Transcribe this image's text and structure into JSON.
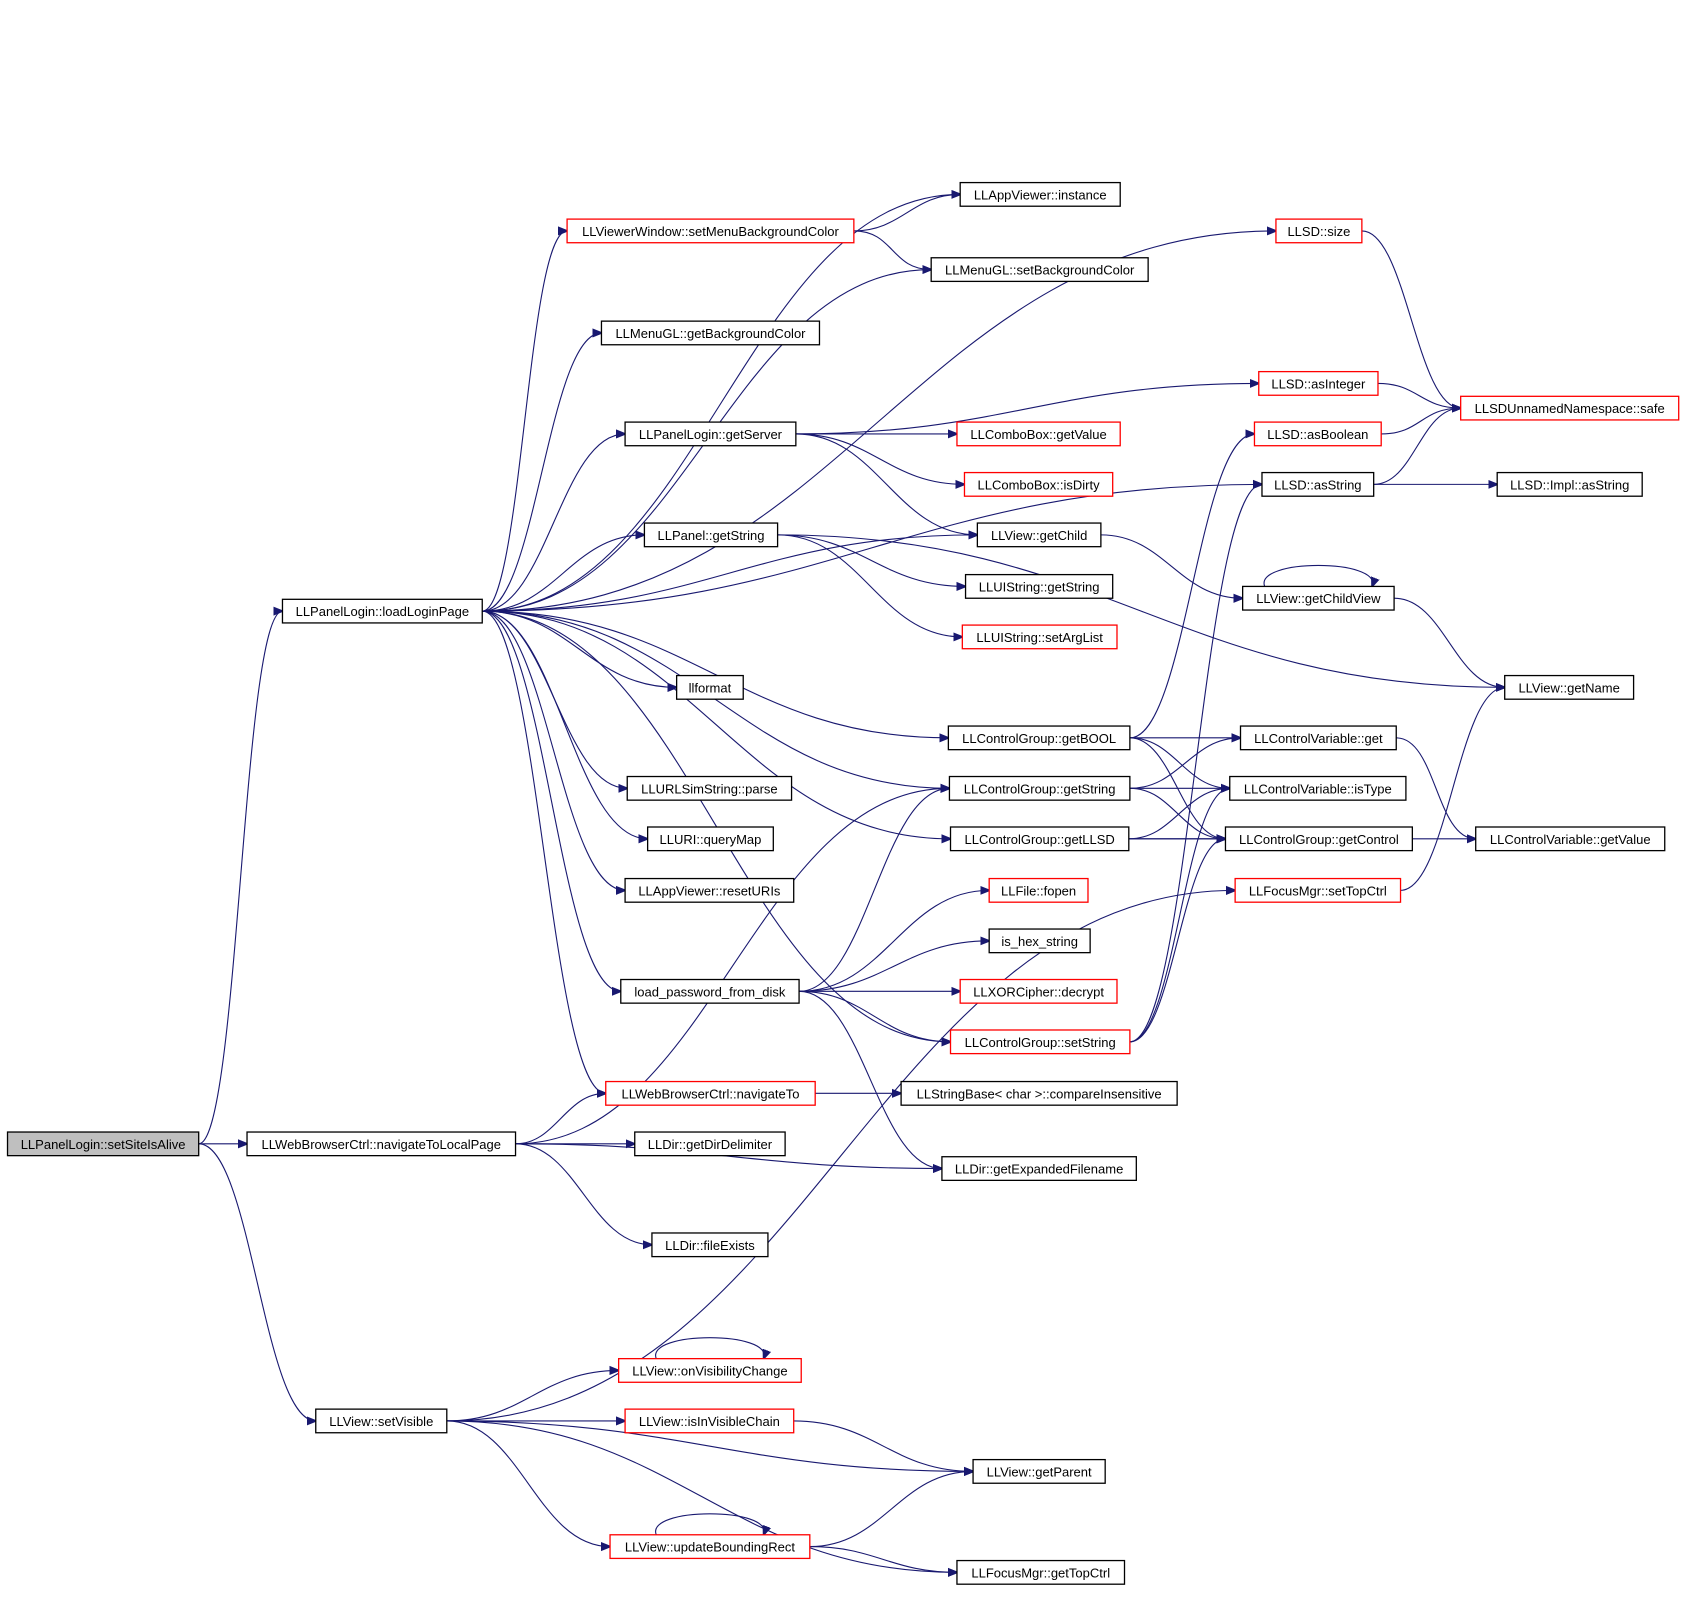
{
  "colors": {
    "edge": "#191970",
    "node_border": "#000000",
    "node_border_truncated": "#ff0000",
    "root_fill": "#bfbfbf"
  },
  "nodes": {
    "setSiteIsAlive": "LLPanelLogin::setSiteIsAlive",
    "loadLoginPage": "LLPanelLogin::loadLoginPage",
    "navigateToLocalPage": "LLWebBrowserCtrl::navigateToLocalPage",
    "setVisible": "LLView::setVisible",
    "instance": "LLAppViewer::instance",
    "setMenuBackgroundColor": "LLViewerWindow::setMenuBackgroundColor",
    "setBackgroundColor": "LLMenuGL::setBackgroundColor",
    "getBackgroundColor": "LLMenuGL::getBackgroundColor",
    "getServer": "LLPanelLogin::getServer",
    "comboGetValue": "LLComboBox::getValue",
    "comboIsDirty": "LLComboBox::isDirty",
    "getChild": "LLView::getChild",
    "panelGetString": "LLPanel::getString",
    "uiGetString": "LLUIString::getString",
    "setArgList": "LLUIString::setArgList",
    "llformat": "llformat",
    "getBOOL": "LLControlGroup::getBOOL",
    "cgGetString": "LLControlGroup::getString",
    "getLLSD": "LLControlGroup::getLLSD",
    "urlParse": "LLURLSimString::parse",
    "queryMap": "LLURI::queryMap",
    "resetURIs": "LLAppViewer::resetURIs",
    "loadPassword": "load_password_from_disk",
    "navigateTo": "LLWebBrowserCtrl::navigateTo",
    "sdSize": "LLSD::size",
    "asInteger": "LLSD::asInteger",
    "asBoolean": "LLSD::asBoolean",
    "asString": "LLSD::asString",
    "safe": "LLSDUnnamedNamespace::safe",
    "implAsString": "LLSD::Impl::asString",
    "getChildView": "LLView::getChildView",
    "getName": "LLView::getName",
    "cvGet": "LLControlVariable::get",
    "isType": "LLControlVariable::isType",
    "getControl": "LLControlGroup::getControl",
    "cvGetValue": "LLControlVariable::getValue",
    "setTopCtrl": "LLFocusMgr::setTopCtrl",
    "fopen": "LLFile::fopen",
    "isHex": "is_hex_string",
    "decrypt": "LLXORCipher::decrypt",
    "cgSetString": "LLControlGroup::setString",
    "compareInsensitive": "LLStringBase< char >::compareInsensitive",
    "getDirDelimiter": "LLDir::getDirDelimiter",
    "getExpandedFilename": "LLDir::getExpandedFilename",
    "fileExists": "LLDir::fileExists",
    "onVisibilityChange": "LLView::onVisibilityChange",
    "isInVisibleChain": "LLView::isInVisibleChain",
    "getParent": "LLView::getParent",
    "updateBoundingRect": "LLView::updateBoundingRect",
    "getTopCtrl": "LLFocusMgr::getTopCtrl"
  },
  "truncated_nodes": [
    "setMenuBackgroundColor",
    "comboGetValue",
    "comboIsDirty",
    "setArgList",
    "navigateTo",
    "sdSize",
    "asInteger",
    "asBoolean",
    "safe",
    "setTopCtrl",
    "fopen",
    "decrypt",
    "cgSetString",
    "onVisibilityChange",
    "isInVisibleChain",
    "updateBoundingRect"
  ],
  "root_node": "setSiteIsAlive",
  "edges": [
    [
      "setSiteIsAlive",
      "loadLoginPage"
    ],
    [
      "setSiteIsAlive",
      "navigateToLocalPage"
    ],
    [
      "setSiteIsAlive",
      "setVisible"
    ],
    [
      "loadLoginPage",
      "instance"
    ],
    [
      "loadLoginPage",
      "setMenuBackgroundColor"
    ],
    [
      "loadLoginPage",
      "setBackgroundColor"
    ],
    [
      "loadLoginPage",
      "getBackgroundColor"
    ],
    [
      "loadLoginPage",
      "getServer"
    ],
    [
      "loadLoginPage",
      "sdSize"
    ],
    [
      "loadLoginPage",
      "asString"
    ],
    [
      "loadLoginPage",
      "getChild"
    ],
    [
      "loadLoginPage",
      "panelGetString"
    ],
    [
      "loadLoginPage",
      "llformat"
    ],
    [
      "loadLoginPage",
      "getBOOL"
    ],
    [
      "loadLoginPage",
      "cgGetString"
    ],
    [
      "loadLoginPage",
      "getLLSD"
    ],
    [
      "loadLoginPage",
      "urlParse"
    ],
    [
      "loadLoginPage",
      "queryMap"
    ],
    [
      "loadLoginPage",
      "resetURIs"
    ],
    [
      "loadLoginPage",
      "loadPassword"
    ],
    [
      "loadLoginPage",
      "cgSetString"
    ],
    [
      "loadLoginPage",
      "navigateTo"
    ],
    [
      "setMenuBackgroundColor",
      "instance"
    ],
    [
      "setMenuBackgroundColor",
      "setBackgroundColor"
    ],
    [
      "getServer",
      "asInteger"
    ],
    [
      "getServer",
      "comboGetValue"
    ],
    [
      "getServer",
      "comboIsDirty"
    ],
    [
      "getServer",
      "getChild"
    ],
    [
      "panelGetString",
      "uiGetString"
    ],
    [
      "panelGetString",
      "setArgList"
    ],
    [
      "panelGetString",
      "getName"
    ],
    [
      "getChild",
      "getChildView"
    ],
    [
      "getChildView",
      "getChildView"
    ],
    [
      "getChildView",
      "getName"
    ],
    [
      "sdSize",
      "safe"
    ],
    [
      "asInteger",
      "safe"
    ],
    [
      "asBoolean",
      "safe"
    ],
    [
      "asString",
      "safe"
    ],
    [
      "asString",
      "implAsString"
    ],
    [
      "getBOOL",
      "asBoolean"
    ],
    [
      "getBOOL",
      "cvGet"
    ],
    [
      "getBOOL",
      "isType"
    ],
    [
      "getBOOL",
      "getControl"
    ],
    [
      "cgGetString",
      "cvGet"
    ],
    [
      "cgGetString",
      "isType"
    ],
    [
      "cgGetString",
      "getControl"
    ],
    [
      "getLLSD",
      "isType"
    ],
    [
      "getLLSD",
      "getControl"
    ],
    [
      "getLLSD",
      "cvGetValue"
    ],
    [
      "cvGet",
      "cvGetValue"
    ],
    [
      "setTopCtrl",
      "getName"
    ],
    [
      "loadPassword",
      "cgGetString"
    ],
    [
      "loadPassword",
      "fopen"
    ],
    [
      "loadPassword",
      "isHex"
    ],
    [
      "loadPassword",
      "decrypt"
    ],
    [
      "loadPassword",
      "cgSetString"
    ],
    [
      "loadPassword",
      "getExpandedFilename"
    ],
    [
      "cgSetString",
      "asString"
    ],
    [
      "cgSetString",
      "isType"
    ],
    [
      "cgSetString",
      "getControl"
    ],
    [
      "navigateTo",
      "compareInsensitive"
    ],
    [
      "navigateToLocalPage",
      "navigateTo"
    ],
    [
      "navigateToLocalPage",
      "getDirDelimiter"
    ],
    [
      "navigateToLocalPage",
      "getExpandedFilename"
    ],
    [
      "navigateToLocalPage",
      "fileExists"
    ],
    [
      "navigateToLocalPage",
      "cgGetString"
    ],
    [
      "setVisible",
      "setTopCtrl"
    ],
    [
      "setVisible",
      "onVisibilityChange"
    ],
    [
      "onVisibilityChange",
      "onVisibilityChange"
    ],
    [
      "setVisible",
      "isInVisibleChain"
    ],
    [
      "isInVisibleChain",
      "getParent"
    ],
    [
      "setVisible",
      "getParent"
    ],
    [
      "setVisible",
      "updateBoundingRect"
    ],
    [
      "updateBoundingRect",
      "updateBoundingRect"
    ],
    [
      "updateBoundingRect",
      "getParent"
    ],
    [
      "updateBoundingRect",
      "getTopCtrl"
    ],
    [
      "setVisible",
      "getTopCtrl"
    ]
  ]
}
